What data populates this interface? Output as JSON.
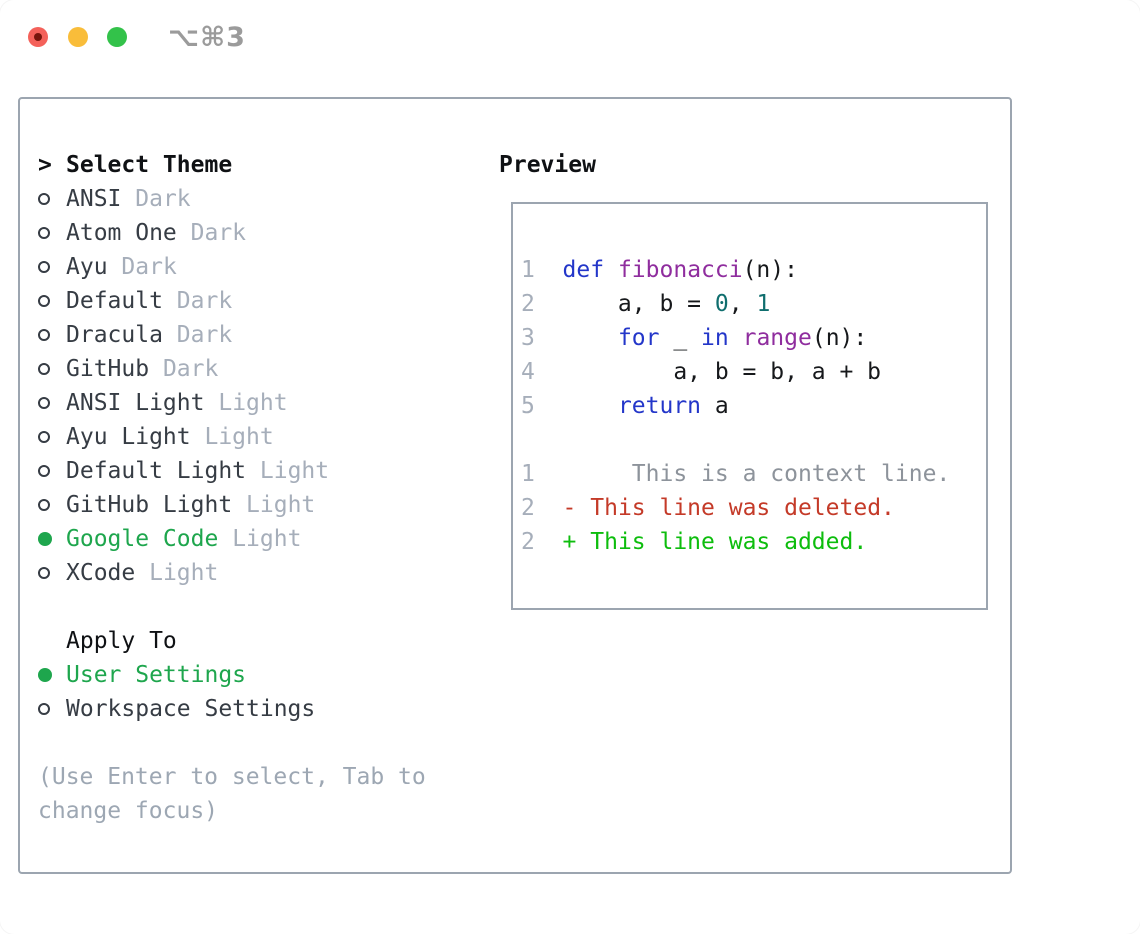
{
  "titlebar": {
    "shortcut": "⌥⌘3",
    "buttons": [
      "close",
      "minimize",
      "zoom"
    ]
  },
  "theme_panel": {
    "header_prefix": ">",
    "header": "Select Theme",
    "themes": [
      {
        "name": "ANSI",
        "variant": "Dark",
        "selected": false
      },
      {
        "name": "Atom One",
        "variant": "Dark",
        "selected": false
      },
      {
        "name": "Ayu",
        "variant": "Dark",
        "selected": false
      },
      {
        "name": "Default",
        "variant": "Dark",
        "selected": false
      },
      {
        "name": "Dracula",
        "variant": "Dark",
        "selected": false
      },
      {
        "name": "GitHub",
        "variant": "Dark",
        "selected": false
      },
      {
        "name": "ANSI Light",
        "variant": "Light",
        "selected": false
      },
      {
        "name": "Ayu Light",
        "variant": "Light",
        "selected": false
      },
      {
        "name": "Default Light",
        "variant": "Light",
        "selected": false
      },
      {
        "name": "GitHub Light",
        "variant": "Light",
        "selected": false
      },
      {
        "name": "Google Code",
        "variant": "Light",
        "selected": true
      },
      {
        "name": "XCode",
        "variant": "Light",
        "selected": false
      }
    ],
    "apply_to": {
      "header": "Apply To",
      "options": [
        {
          "name": "User Settings",
          "selected": true
        },
        {
          "name": "Workspace Settings",
          "selected": false
        }
      ]
    },
    "hint_lines": [
      "(Use Enter to select, Tab to",
      "change focus)"
    ]
  },
  "preview": {
    "header": "Preview",
    "lines": [
      {
        "kind": "code",
        "segments": [
          {
            "t": "1  ",
            "c": "lineno"
          },
          {
            "t": "def",
            "c": "keyword"
          },
          {
            "t": " ",
            "c": "plain"
          },
          {
            "t": "fibonacci",
            "c": "function"
          },
          {
            "t": "(n):",
            "c": "plain"
          }
        ]
      },
      {
        "kind": "code",
        "segments": [
          {
            "t": "2  ",
            "c": "lineno"
          },
          {
            "t": "    a, b = ",
            "c": "plain"
          },
          {
            "t": "0",
            "c": "number"
          },
          {
            "t": ", ",
            "c": "plain"
          },
          {
            "t": "1",
            "c": "number"
          }
        ]
      },
      {
        "kind": "code",
        "segments": [
          {
            "t": "3  ",
            "c": "lineno"
          },
          {
            "t": "    ",
            "c": "plain"
          },
          {
            "t": "for",
            "c": "keyword"
          },
          {
            "t": " _ ",
            "c": "plain"
          },
          {
            "t": "in",
            "c": "keyword"
          },
          {
            "t": " ",
            "c": "plain"
          },
          {
            "t": "range",
            "c": "function"
          },
          {
            "t": "(n):",
            "c": "plain"
          }
        ]
      },
      {
        "kind": "code",
        "segments": [
          {
            "t": "4  ",
            "c": "lineno"
          },
          {
            "t": "        a, b = b, a + b",
            "c": "plain"
          }
        ]
      },
      {
        "kind": "code",
        "segments": [
          {
            "t": "5  ",
            "c": "lineno"
          },
          {
            "t": "    ",
            "c": "plain"
          },
          {
            "t": "return",
            "c": "keyword"
          },
          {
            "t": " a",
            "c": "plain"
          }
        ]
      },
      {
        "kind": "blank",
        "segments": []
      },
      {
        "kind": "diff-context",
        "segments": [
          {
            "t": "1",
            "c": "lineno"
          },
          {
            "t": "       This is a context line.",
            "c": "context"
          }
        ]
      },
      {
        "kind": "diff-deleted",
        "segments": [
          {
            "t": "2",
            "c": "lineno"
          },
          {
            "t": "  - This line was deleted.",
            "c": "deleted"
          }
        ]
      },
      {
        "kind": "diff-added",
        "segments": [
          {
            "t": "2",
            "c": "lineno"
          },
          {
            "t": "  + This line was added.",
            "c": "added"
          }
        ]
      }
    ]
  },
  "palette": {
    "keyword": "#2336c9",
    "function": "#8f2d9e",
    "number": "#0f6e6e",
    "plain": "#16181b",
    "lineno": "#a6aeba",
    "context": "#8d939b",
    "deleted": "#c43a28",
    "added": "#0dbd0d",
    "accentGreen": "#1ea64d",
    "itemText": "#363c44",
    "mutedLabel": "#a6aeba",
    "hint": "#9da7b3",
    "border": "#9ca5b0",
    "headerText": "#0f1114",
    "trafficRed": "#f4615a",
    "trafficRedDot": "#77150c",
    "trafficYellow": "#f9bd3a",
    "trafficGreen": "#33c24a",
    "shortcutGray": "#9b9b9b"
  }
}
